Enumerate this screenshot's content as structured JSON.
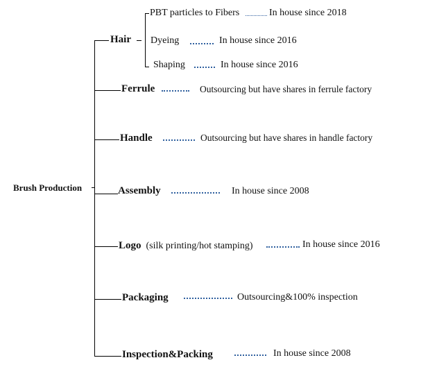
{
  "root": {
    "label": "Brush Production"
  },
  "processes": [
    {
      "name": "Hair",
      "status": "",
      "sub_processes": [
        {
          "name": "PBT particles to Fibers",
          "status": "In house since 2018"
        },
        {
          "name": "Dyeing",
          "status": "In house since 2016"
        },
        {
          "name": "Shaping",
          "status": "In house since 2016"
        }
      ]
    },
    {
      "name": "Ferrule",
      "note": "",
      "status": "Outsourcing but have shares in ferrule factory"
    },
    {
      "name": "Handle",
      "note": "",
      "status": "Outsourcing but have shares in handle factory"
    },
    {
      "name": "Assembly",
      "note": "",
      "status": "In house since 2008"
    },
    {
      "name": "Logo",
      "note": "(silk printing/hot stamping)",
      "status": "In house since 2016"
    },
    {
      "name": "Packaging",
      "note": "",
      "status": "Outsourcing&100% inspection"
    },
    {
      "name": "Inspection&Packing",
      "note": "",
      "status": "In house since 2008"
    }
  ],
  "colors": {
    "line": "#000000",
    "dotted_leader": "#2e5f9e"
  }
}
